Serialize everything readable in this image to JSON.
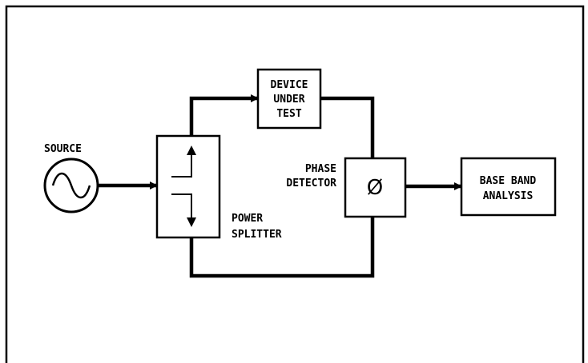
{
  "labels": {
    "source": "SOURCE",
    "device_line1": "DEVICE",
    "device_line2": "UNDER",
    "device_line3": "TEST",
    "phase_line1": "PHASE",
    "phase_line2": "DETECTOR",
    "phase_symbol": "Ø",
    "power_line1": "POWER",
    "power_line2": "SPLITTER",
    "baseband_line1": "BASE BAND",
    "baseband_line2": "ANALYSIS"
  },
  "colors": {
    "line": "#000000",
    "background": "#ffffff"
  }
}
